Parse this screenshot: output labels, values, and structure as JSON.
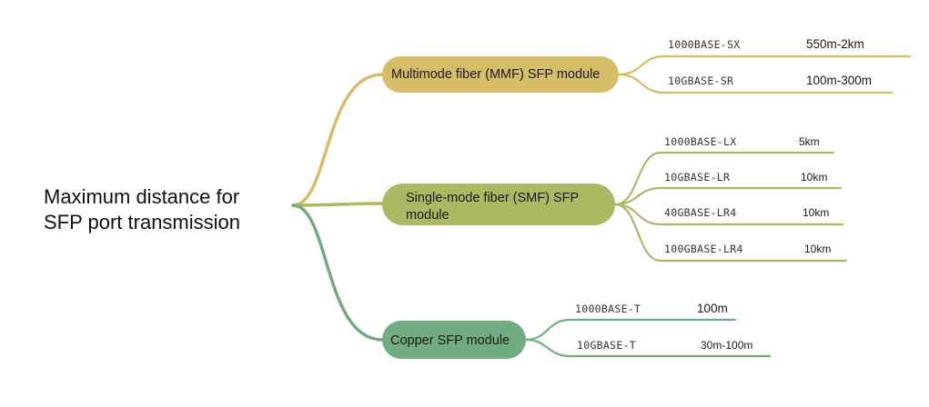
{
  "root": {
    "line1": "Maximum distance for",
    "line2": "SFP port transmission"
  },
  "colors": {
    "mmf": "#d6bd68",
    "smf": "#adb862",
    "copper": "#72ad82"
  },
  "branches": [
    {
      "label_line1": "Multimode fiber (MMF) SFP module",
      "label_line2": "",
      "leaves": [
        {
          "standard": "1000BASE-SX",
          "distance": "550m-2km"
        },
        {
          "standard": "10GBASE-SR",
          "distance": "100m-300m"
        }
      ]
    },
    {
      "label_line1": "Single-mode fiber (SMF) SFP",
      "label_line2": "module",
      "leaves": [
        {
          "standard": "1000BASE-LX",
          "distance": "5km"
        },
        {
          "standard": "10GBASE-LR",
          "distance": "10km"
        },
        {
          "standard": "40GBASE-LR4",
          "distance": "10km"
        },
        {
          "standard": "100GBASE-LR4",
          "distance": "10km"
        }
      ]
    },
    {
      "label_line1": "Copper SFP module",
      "label_line2": "",
      "leaves": [
        {
          "standard": "1000BASE-T",
          "distance": "100m"
        },
        {
          "standard": "10GBASE-T",
          "distance": "30m-100m"
        }
      ]
    }
  ]
}
